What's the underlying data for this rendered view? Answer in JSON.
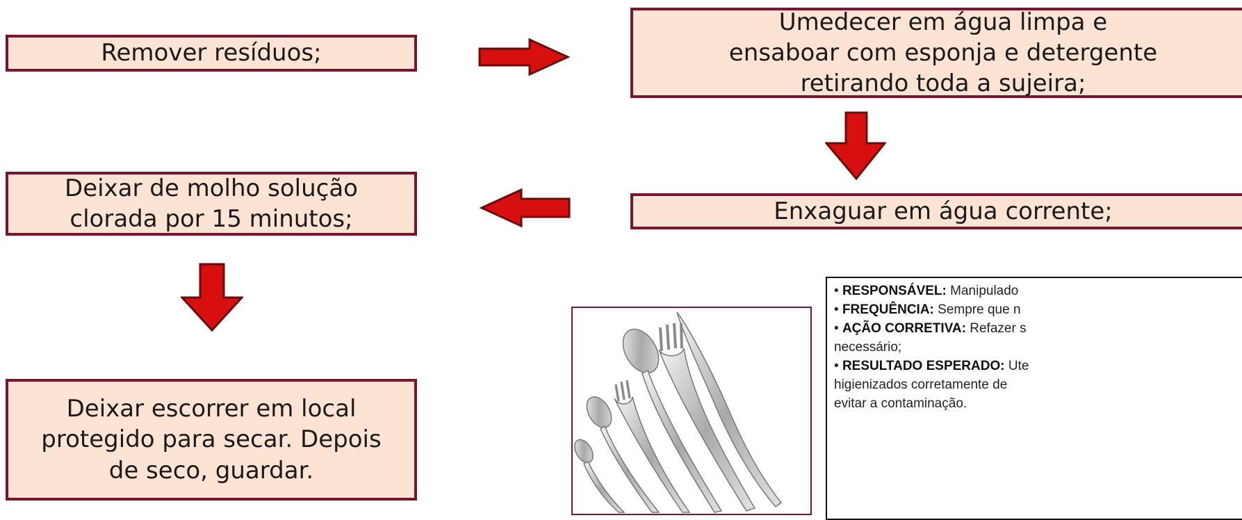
{
  "steps": {
    "remove": "Remover resíduos;",
    "wash": "Umedecer em água limpa e\nensaboar com esponja e detergente\nretirando toda a sujeira;",
    "rinse": "Enxaguar em água corrente;",
    "soak": "Deixar de molho solução\nclorada por 15 minutos;",
    "dry": "Deixar escorrer em local\nprotegido para secar. Depois\nde seco, guardar."
  },
  "image": {
    "icon": "cutlery-photo"
  },
  "notes": [
    {
      "label": "RESPONSÁVEL:",
      "text": " Manipulado"
    },
    {
      "label": "FREQUÊNCIA:",
      "text": " Sempre que n"
    },
    {
      "label": "AÇÃO CORRETIVA:",
      "text": " Refazer s"
    },
    {
      "label": "",
      "text": "necessário;"
    },
    {
      "label": "RESULTADO ESPERADO:",
      "text": " Ute"
    },
    {
      "label": "",
      "text": "higienizados corretamente de"
    },
    {
      "label": "",
      "text": "evitar a contaminação."
    }
  ],
  "colors": {
    "box_fill": "#fde3d4",
    "box_border": "#7a1530",
    "arrow_fill": "#d80f0f",
    "arrow_stroke": "#6b0a0a"
  }
}
